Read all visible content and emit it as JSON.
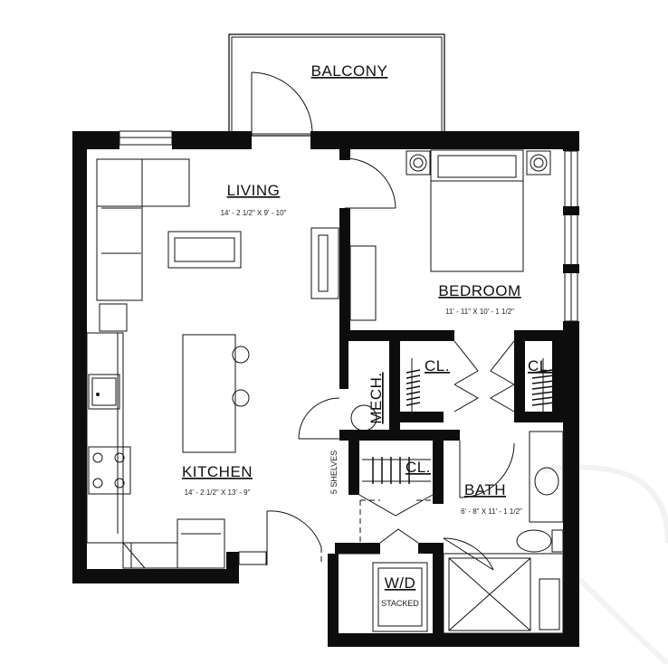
{
  "rooms": {
    "balcony": {
      "label": "BALCONY"
    },
    "living": {
      "label": "LIVING",
      "dimensions": "14' - 2 1/2\" X 9' - 10\""
    },
    "bedroom": {
      "label": "BEDROOM",
      "dimensions": "11' - 11\" X 10' - 1 1/2\""
    },
    "kitchen": {
      "label": "KITCHEN",
      "dimensions": "14' - 2 1/2\" X 13' - 9\""
    },
    "bath": {
      "label": "BATH",
      "dimensions": "6' - 8\" X 11' - 1 1/2\""
    },
    "mech": {
      "label": "MECH."
    },
    "closet_left": {
      "label": "CL."
    },
    "closet_right": {
      "label": "CL."
    },
    "linen_closet": {
      "label": "CL."
    },
    "laundry": {
      "label": "W/D",
      "note": "STACKED"
    },
    "shelves_note": {
      "label": "5 SHELVES"
    }
  }
}
